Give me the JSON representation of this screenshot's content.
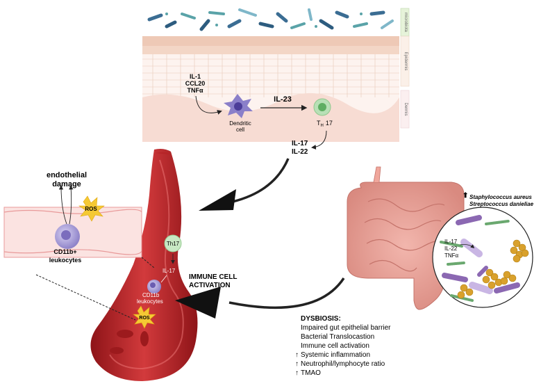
{
  "skin": {
    "layer_labels": [
      "microbiota",
      "Epidermis",
      "Dermis"
    ],
    "cytokines_in": [
      "IL-1",
      "CCL20",
      "TNFα"
    ],
    "il23": "IL-23",
    "dendritic_cell": [
      "Dendritic",
      "cell"
    ],
    "th17": "T",
    "th17_sub": "H",
    "th17_num": "17",
    "cytokines_out": [
      "IL-17",
      "IL-22"
    ]
  },
  "vessel_zoom": {
    "endothelial": [
      "endothelial",
      "damage"
    ],
    "ros": "ROS",
    "leukocytes": [
      "CD11b+",
      "leukocytes"
    ]
  },
  "vessel": {
    "th17": "Th17",
    "il17": "IL-17",
    "cd11b": [
      "CD11b",
      "leukocytes"
    ],
    "ros": "ROS",
    "activation": [
      "IMMUNE CELL",
      "ACTIVATION"
    ]
  },
  "gut": {
    "bacteria": [
      "Staphylococcus aureus",
      "Streptococcus danieliae"
    ],
    "cytokines": [
      "IL-17",
      "IL-22",
      "TNFα"
    ],
    "dysbiosis_title": "DYSBIOSIS:",
    "dysbiosis_items": [
      "Impaired gut epithelial barrier",
      "Bacterial Translocastion",
      "Immune cell activation"
    ],
    "dysbiosis_up_items": [
      "Systemic inflammation",
      "Neutrophil/lymphocyte ratio",
      "TMAO"
    ],
    "up_arrow": "↑"
  }
}
